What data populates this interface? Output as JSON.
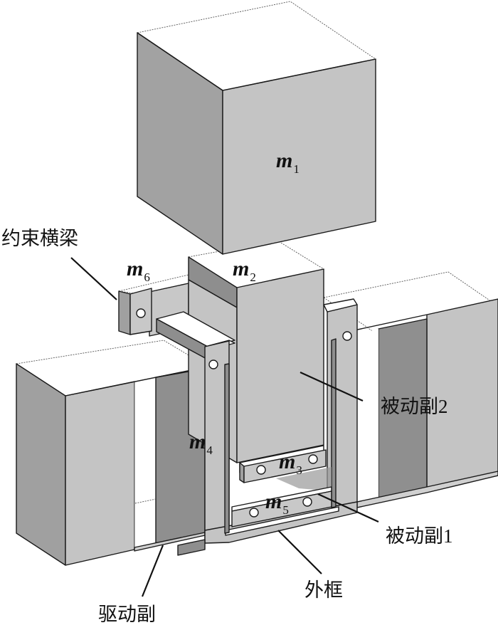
{
  "figure": {
    "type": "3D mechanical assembly schematic (isometric)",
    "colors": {
      "face_top": "#ffffff",
      "face_front": "#c4c4c4",
      "face_side": "#a2a2a2",
      "face_dark": "#8c8c8c",
      "edge": "#1a1a1a",
      "background": "#ffffff"
    }
  },
  "masses": [
    {
      "id": "m1",
      "symbol": "m",
      "subscript": "1"
    },
    {
      "id": "m2",
      "symbol": "m",
      "subscript": "2"
    },
    {
      "id": "m3",
      "symbol": "m",
      "subscript": "3"
    },
    {
      "id": "m4",
      "symbol": "m",
      "subscript": "4"
    },
    {
      "id": "m5",
      "symbol": "m",
      "subscript": "5"
    },
    {
      "id": "m6",
      "symbol": "m",
      "subscript": "6"
    }
  ],
  "callouts": {
    "constraint_beam": "约束横梁",
    "passive_pair_2": "被动副2",
    "passive_pair_1": "被动副1",
    "outer_frame": "外框",
    "driving_pair": "驱动副"
  }
}
